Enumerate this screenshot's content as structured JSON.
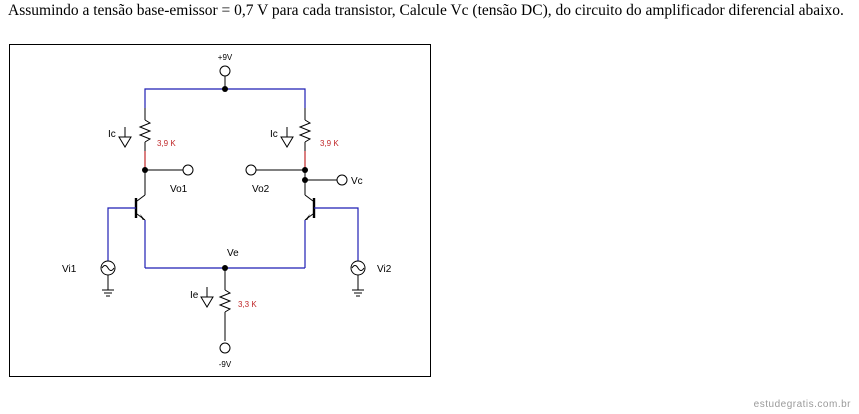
{
  "question": {
    "line1": "Assumindo a tensão base-emissor = 0,7 V para cada transistor, Calcule Vc (tensão DC), do circuito do amplificador",
    "line2": "diferencial abaixo."
  },
  "circuit": {
    "supply_pos": "+9V",
    "supply_neg": "-9V",
    "current_left": "Ic",
    "current_right": "Ic",
    "current_emitter": "Ie",
    "r_left": "3,9 K",
    "r_right": "3,9 K",
    "r_emitter": "3,3 K",
    "out1": "Vo1",
    "out2": "Vo2",
    "out_c": "Vc",
    "node_e": "Ve",
    "in1": "Vi1",
    "in2": "Vi2",
    "colors": {
      "wire": "#1f1fb4",
      "conductor": "#000000",
      "resistor_label": "#c0282a"
    }
  },
  "watermark": "estudegratis.com.br"
}
